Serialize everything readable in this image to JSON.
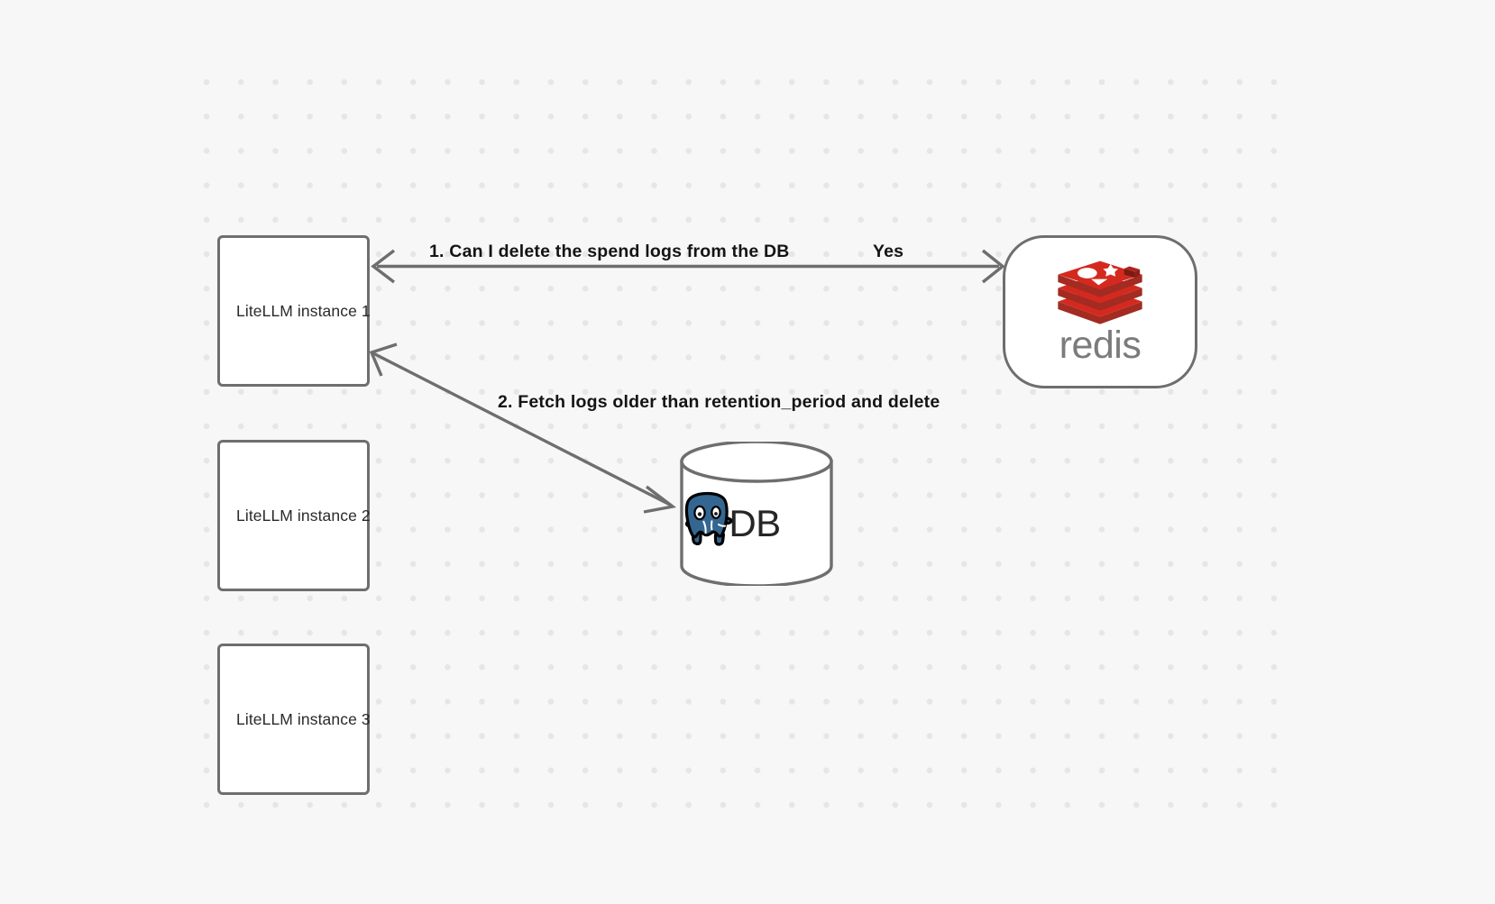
{
  "canvas": {
    "background_color": "#f7f7f7",
    "grid_dot_color": "#e6e6e6",
    "stroke_color": "#6e6e6e"
  },
  "nodes": [
    {
      "id": "litellm-1",
      "label": "LiteLLM instance 1",
      "shape": "rounded-rect"
    },
    {
      "id": "litellm-2",
      "label": "LiteLLM instance 2",
      "shape": "rounded-rect"
    },
    {
      "id": "litellm-3",
      "label": "LiteLLM instance 3",
      "shape": "rounded-rect"
    },
    {
      "id": "redis",
      "label": "redis",
      "shape": "stadium",
      "logo": "redis-logo-icon",
      "logo_color": "#d4291f",
      "wordmark_color": "#7b7b7b"
    },
    {
      "id": "database",
      "label": "DB",
      "shape": "cylinder",
      "logo": "postgresql-elephant-icon",
      "logo_color": "#336791"
    }
  ],
  "edges": [
    {
      "id": "edge-1",
      "from": "redis",
      "to": "litellm-1",
      "label": "1.  Can I delete the spend logs from the DB",
      "response_label": "Yes"
    },
    {
      "id": "edge-2",
      "from": "litellm-1",
      "to": "database",
      "label": "2.  Fetch logs older than retention_period and delete"
    }
  ],
  "labels": {
    "step1": "1.  Can I delete the spend logs from the DB",
    "yes": "Yes",
    "step2": "2.  Fetch logs older than retention_period and delete",
    "db_text": "DB",
    "redis_wordmark": "redis"
  }
}
